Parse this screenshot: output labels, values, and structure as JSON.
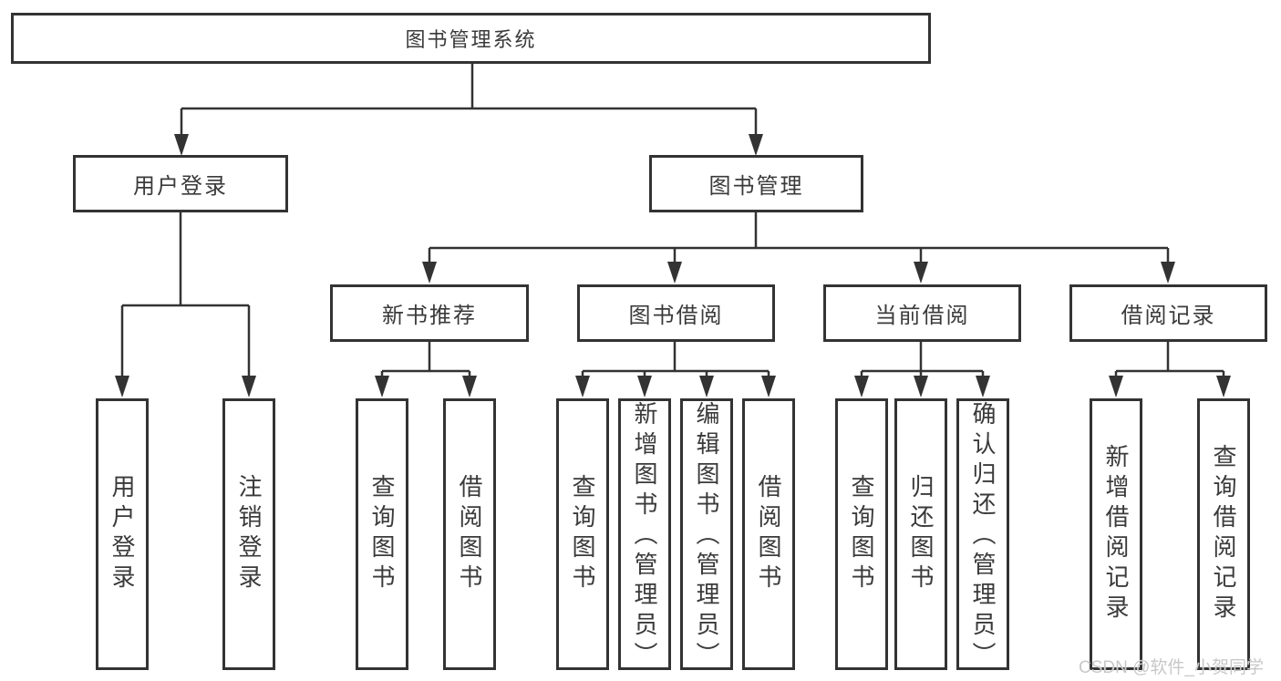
{
  "diagram_type": "hierarchy-tree",
  "colors": {
    "line": "#333333",
    "box_border": "#333333",
    "box_background": "#ffffff",
    "text": "#3a3a3a",
    "watermark": "#c8c8c8",
    "page_background": "#ffffff"
  },
  "watermark": {
    "text": "CSDN @软件_小贺同学"
  },
  "tree": {
    "root": {
      "label": "图书管理系统",
      "children": [
        {
          "label": "用户登录",
          "children": [
            {
              "label": "用户登录"
            },
            {
              "label": "注销登录"
            }
          ]
        },
        {
          "label": "图书管理",
          "children": [
            {
              "label": "新书推荐",
              "children": [
                {
                  "label": "查询图书"
                },
                {
                  "label": "借阅图书"
                }
              ]
            },
            {
              "label": "图书借阅",
              "children": [
                {
                  "label": "查询图书"
                },
                {
                  "label": "新增图书（管理员）"
                },
                {
                  "label": "编辑图书（管理员）"
                },
                {
                  "label": "借阅图书"
                }
              ]
            },
            {
              "label": "当前借阅",
              "children": [
                {
                  "label": "查询图书"
                },
                {
                  "label": "归还图书"
                },
                {
                  "label": "确认归还（管理员）"
                }
              ]
            },
            {
              "label": "借阅记录",
              "children": [
                {
                  "label": "新增借阅记录"
                },
                {
                  "label": "查询借阅记录"
                }
              ]
            }
          ]
        }
      ]
    }
  }
}
